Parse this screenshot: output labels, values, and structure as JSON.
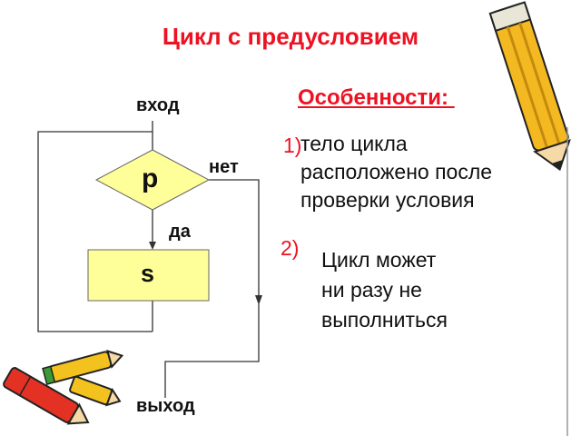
{
  "slide": {
    "title": "Цикл с предусловием",
    "features_title": "Особенности: ",
    "features": [
      {
        "number": "1)",
        "lines": [
          "тело цикла",
          "расположено после",
          "проверки условия"
        ]
      },
      {
        "number": "2)",
        "lines": [
          "Цикл может",
          "ни разу не",
          "выполниться"
        ]
      }
    ]
  },
  "flowchart": {
    "entry_label": "вход",
    "exit_label": "выход",
    "condition_label": "p",
    "no_label": "нет",
    "yes_label": "да",
    "body_label": "s",
    "shape_fill": "#ffff99",
    "shape_stroke": "#666666"
  },
  "colors": {
    "accent": "#ee1122",
    "text": "#111111"
  },
  "decorations": [
    "pencil-icon",
    "crayons-icon"
  ]
}
